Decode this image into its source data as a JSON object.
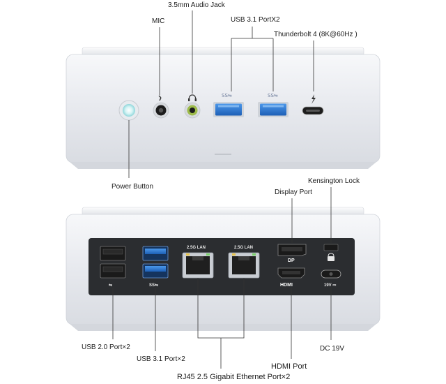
{
  "front": {
    "labels": {
      "mic": "MIC",
      "audio": "3.5mm Audio Jack",
      "usb31": "USB 3.1 PortX2",
      "thunderbolt": "Thunderbolt 4 (8K@60Hz )",
      "power": "Power Button"
    },
    "symbols": {
      "usb_ss_1": "SS⇋",
      "usb_ss_2": "SS⇋"
    }
  },
  "back": {
    "labels": {
      "kensington": "Kensington Lock",
      "displayport": "Display Port",
      "usb20": "USB 2.0 Port×2",
      "usb31": "USB 3.1 Port×2",
      "rj45": "RJ45 2.5 Gigabit Ethernet Port×2",
      "hdmi": "HDMI Port",
      "dc": "DC 19V"
    },
    "port_text": {
      "lan1": "2.5G LAN",
      "lan2": "2.5G LAN",
      "dp": "DP",
      "hdmi": "HDMI",
      "dc": "19V ⎓",
      "usb_symbol": "⇋",
      "ss_symbol": "SS⇋"
    }
  },
  "colors": {
    "chassis": "#eceef2",
    "panel": "#2b2d30",
    "usb3_blue": "#2e7bd6",
    "power_glow": "#9fe3e6"
  }
}
